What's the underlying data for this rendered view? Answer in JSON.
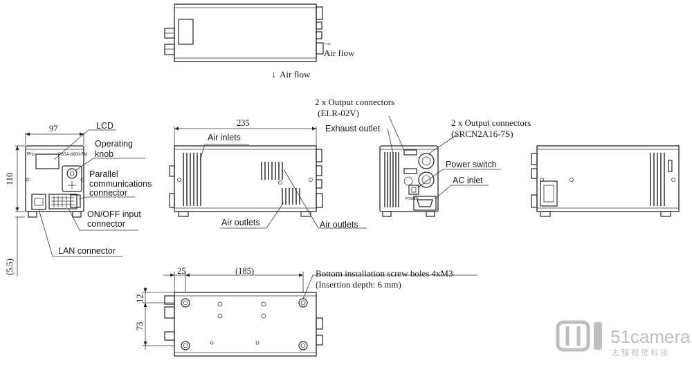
{
  "labels": {
    "air_flow_side": "Air flow",
    "air_flow_down": "Air flow",
    "arrow_right": "→",
    "arrow_down": "↓",
    "lcd": "LCD",
    "operating_knob_1": "Operating",
    "operating_knob_2": "knob",
    "parallel_1": "Parallel",
    "parallel_2": "communications",
    "parallel_3": "connector",
    "onoff_1": "ON/OFF input",
    "onoff_2": "connector",
    "lan": "LAN connector",
    "air_inlets": "Air inlets",
    "air_outlets_left": "Air outlets",
    "air_outlets_right": "Air outlets",
    "output_elr_1": "2 x Output connectors",
    "output_elr_2": "(ELR-02V)",
    "exhaust_outlet": "Exhaust outlet",
    "output_srcn_1": "2 x Output connectors",
    "output_srcn_2": "(SRCN2A16-7S)",
    "power_switch": "Power switch",
    "ac_inlet": "AC inlet",
    "screw_holes_1": "Bottom installation screw holes 4xM3",
    "screw_holes_2": "(Insertion depth: 6 mm)"
  },
  "dimensions": {
    "front_width": "97",
    "front_height": "110",
    "foot_height": "(5.5)",
    "side_length": "235",
    "bottom_offset_x": "25",
    "bottom_span_x": "(185)",
    "bottom_offset_y": "12",
    "bottom_span_y": "73"
  },
  "panel_marks": {
    "front_model": "PBSA-6800-FM",
    "front_logo": "Pro",
    "power_tag": "POWER"
  },
  "watermark": {
    "brand": "51camera",
    "tagline": "志 强 视 觉 科 技"
  }
}
